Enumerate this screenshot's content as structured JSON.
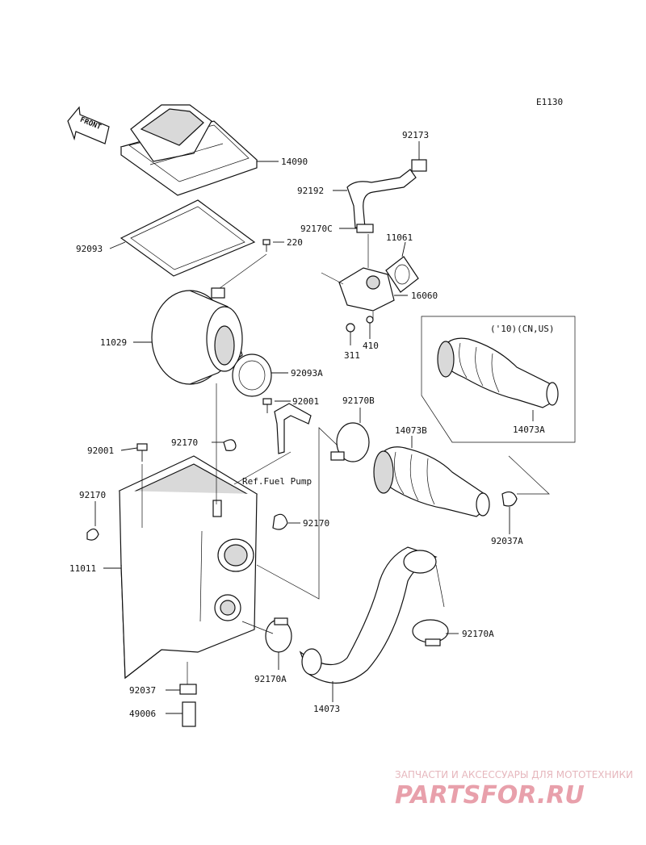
{
  "diagram": {
    "code": "E1130",
    "front_label": "FRONT",
    "ref_note": "Ref.Fuel Pump",
    "variant_note": "('10)(CN,US)",
    "parts": {
      "p14090": "14090",
      "p92093": "92093",
      "p220": "220",
      "p11029": "11029",
      "p92093a": "92093A",
      "p92001_top": "92001",
      "p92001_left": "92001",
      "p92170_mid": "92170",
      "p92170_left": "92170",
      "p92170_right": "92170",
      "p11011": "11011",
      "p92037": "92037",
      "p49006": "49006",
      "p92170a_bottom": "92170A",
      "p14073": "14073",
      "p92170a_right": "92170A",
      "p92170b": "92170B",
      "p14073b": "14073B",
      "p92037a": "92037A",
      "p14073a": "14073A",
      "p92173": "92173",
      "p92192": "92192",
      "p92170c": "92170C",
      "p11061": "11061",
      "p16060": "16060",
      "p311": "311",
      "p410": "410"
    }
  },
  "watermark": {
    "tagline": "ЗАПЧАСТИ И АКСЕССУАРЫ ДЛЯ МОТОТЕХНИКИ",
    "brand": "PARTSFOR.RU",
    "color": "#e8a0ab"
  }
}
